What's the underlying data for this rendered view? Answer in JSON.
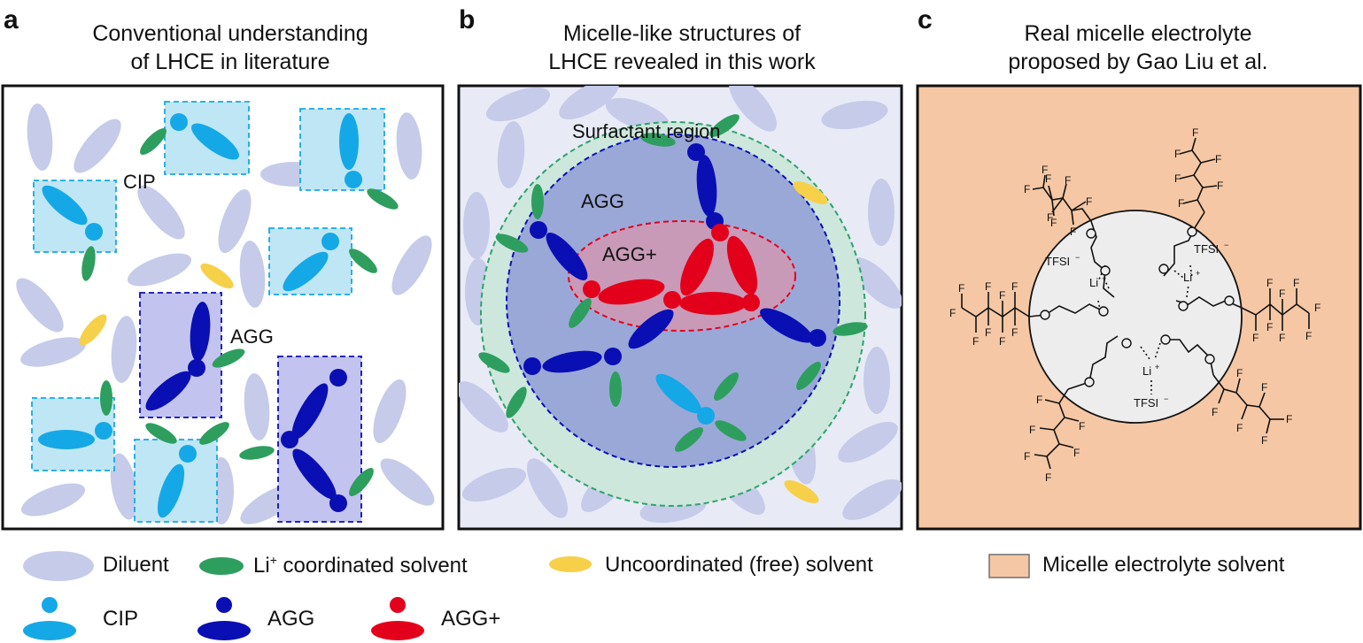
{
  "panels": {
    "a": {
      "letter": "a",
      "title_line1": "Conventional understanding",
      "title_line2": "of LHCE in literature",
      "label_cip": "CIP",
      "label_agg": "AGG"
    },
    "b": {
      "letter": "b",
      "title_line1": "Micelle-like structures of",
      "title_line2": "LHCE revealed in this work",
      "label_surfactant": "Surfactant region",
      "label_agg": "AGG",
      "label_aggplus": "AGG+"
    },
    "c": {
      "letter": "c",
      "title_line1": "Real micelle electrolyte",
      "title_line2": "proposed by Gao Liu et al.",
      "tfsi": "TFSI",
      "tfsi_charge": "−",
      "li": "Li",
      "li_charge": "+",
      "f": "F"
    }
  },
  "legend": {
    "diluent": "Diluent",
    "li_coord_prefix": "Li",
    "li_coord_sup": "+",
    "li_coord_suffix": " coordinated solvent",
    "free_solvent": "Uncoordinated (free) solvent",
    "micelle_solvent": "Micelle electrolyte solvent",
    "cip": "CIP",
    "agg": "AGG",
    "aggplus": "AGG+"
  },
  "colors": {
    "diluent": "#c5cbe9",
    "li_coordinated": "#2e9e5e",
    "free_solvent": "#f7d04a",
    "cip": "#15a8e6",
    "cip_box": "#bfe6f4",
    "agg": "#0a0fb4",
    "agg_box": "#c3c3f0",
    "aggplus": "#e3001b",
    "micelle_bg": "#f5c7a4",
    "panel_b_bg": "#e8ebf6",
    "surfactant": "#cde7dc",
    "agg_region": "#9aa8d8",
    "aggplus_region": "#c99ab8"
  }
}
